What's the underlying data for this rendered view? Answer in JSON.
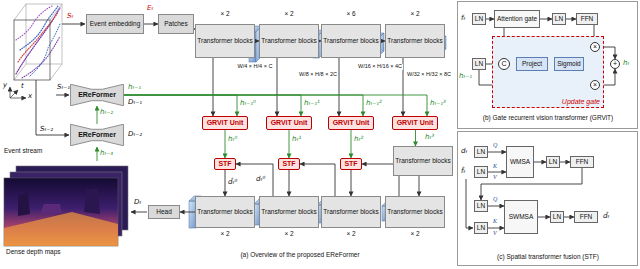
{
  "diagram": {
    "nodes": [
      {
        "text": [
          "Event embedding"
        ]
      },
      {
        "text": [
          "Patches"
        ]
      },
      {
        "text": [
          "Transformer blocks"
        ]
      },
      {
        "text": [
          "Transformer blocks"
        ]
      },
      {
        "text": [
          "Transformer blocks"
        ]
      },
      {
        "text": [
          "Transformer blocks"
        ]
      },
      {
        "text": [
          "EReFormer"
        ]
      },
      {
        "text": [
          "EReFormer"
        ]
      },
      {
        "text": [
          "GRViT Unit"
        ]
      },
      {
        "text": [
          "GRViT Unit"
        ]
      },
      {
        "text": [
          "GRViT Unit"
        ]
      },
      {
        "text": [
          "GRViT Unit"
        ]
      },
      {
        "text": [
          "Transformer blocks"
        ]
      },
      {
        "text": [
          "STF"
        ]
      },
      {
        "text": [
          "STF"
        ]
      },
      {
        "text": [
          "STF"
        ]
      },
      {
        "text": [
          "Transformer blocks"
        ]
      },
      {
        "text": [
          "Transformer blocks"
        ]
      },
      {
        "text": [
          "Transformer blocks"
        ]
      },
      {
        "text": [
          "Transformer blocks"
        ]
      },
      {
        "text": [
          "Head"
        ]
      },
      {
        "text": [
          "LN"
        ]
      },
      {
        "text": [
          "Attention gate"
        ]
      },
      {
        "text": [
          "LN"
        ]
      },
      {
        "text": [
          "FFN"
        ]
      },
      {
        "text": [
          "LN"
        ]
      },
      {
        "text": [
          "Update gate"
        ]
      },
      {
        "text": [
          "C"
        ],
        "in": 26
      },
      {
        "text": [
          "Project"
        ],
        "in": 26
      },
      {
        "text": [
          "Sigmoid"
        ],
        "in": 26
      },
      {
        "text": [
          "×"
        ],
        "in": 26
      },
      {
        "text": [
          "×"
        ],
        "in": 26
      },
      {
        "text": [
          "+"
        ]
      },
      {
        "text": [
          "LN"
        ]
      },
      {
        "text": [
          "LN"
        ]
      },
      {
        "text": [
          "WMSA"
        ]
      },
      {
        "text": [
          "LN"
        ]
      },
      {
        "text": [
          "FFN"
        ]
      },
      {
        "text": [
          "LN"
        ]
      },
      {
        "text": [
          "LN"
        ]
      },
      {
        "text": [
          "SWMSA"
        ]
      },
      {
        "text": [
          "LN"
        ]
      },
      {
        "text": [
          "FFN"
        ]
      }
    ],
    "edges": [
      {
        "from": 0,
        "to": 1,
        "arrow": "to"
      },
      {
        "from": 1,
        "to": 2,
        "arrow": "to"
      },
      {
        "from": 2,
        "to": 3,
        "arrow": "to"
      },
      {
        "from": 3,
        "to": 4,
        "arrow": "to"
      },
      {
        "from": 4,
        "to": 5,
        "arrow": "to"
      },
      {
        "from": 2,
        "to": 8,
        "arrow": "to"
      },
      {
        "from": 3,
        "to": 9,
        "arrow": "to"
      },
      {
        "from": 4,
        "to": 10,
        "arrow": "to"
      },
      {
        "from": 5,
        "to": 11,
        "arrow": "to"
      },
      {
        "from": 6,
        "to": 8,
        "arrow": "to"
      },
      {
        "from": 6,
        "to": 9,
        "arrow": "to"
      },
      {
        "from": 6,
        "to": 10,
        "arrow": "to"
      },
      {
        "from": 6,
        "to": 11,
        "arrow": "to"
      },
      {
        "from": 7,
        "to": 6,
        "arrow": "to"
      },
      {
        "from": 8,
        "to": 13,
        "arrow": "to"
      },
      {
        "from": 9,
        "to": 14,
        "arrow": "to"
      },
      {
        "from": 10,
        "to": 15,
        "arrow": "to"
      },
      {
        "from": 11,
        "to": 12,
        "arrow": "to"
      },
      {
        "from": 12,
        "to": 19,
        "arrow": "to"
      },
      {
        "from": 19,
        "to": 15,
        "arrow": "to"
      },
      {
        "from": 15,
        "to": 18,
        "arrow": "to"
      },
      {
        "from": 18,
        "to": 14,
        "arrow": "to"
      },
      {
        "from": 14,
        "to": 17,
        "arrow": "to"
      },
      {
        "from": 17,
        "to": 13,
        "arrow": "to"
      },
      {
        "from": 13,
        "to": 16,
        "arrow": "to"
      },
      {
        "from": 16,
        "to": 20,
        "arrow": "to"
      },
      {
        "from": 21,
        "to": 22,
        "arrow": "to"
      },
      {
        "from": 22,
        "to": 23,
        "arrow": "to"
      },
      {
        "from": 23,
        "to": 24,
        "arrow": "to"
      },
      {
        "from": 24,
        "to": 30,
        "arrow": "to"
      },
      {
        "from": 22,
        "to": 27,
        "arrow": "to"
      },
      {
        "from": 25,
        "to": 27,
        "arrow": "to"
      },
      {
        "from": 27,
        "to": 28,
        "arrow": "to"
      },
      {
        "from": 28,
        "to": 29,
        "arrow": "to"
      },
      {
        "from": 29,
        "to": 30,
        "arrow": "to"
      },
      {
        "from": 29,
        "to": 31,
        "arrow": "to"
      },
      {
        "from": 25,
        "to": 31,
        "arrow": "to"
      },
      {
        "from": 30,
        "to": 32,
        "arrow": "to"
      },
      {
        "from": 31,
        "to": 32,
        "arrow": "to"
      },
      {
        "from": 33,
        "to": 35,
        "arrow": "to"
      },
      {
        "from": 34,
        "to": 35,
        "arrow": "to"
      },
      {
        "from": 35,
        "to": 36,
        "arrow": "to"
      },
      {
        "from": 36,
        "to": 37,
        "arrow": "to"
      },
      {
        "from": 37,
        "to": 38,
        "arrow": "to"
      },
      {
        "from": 38,
        "to": 40,
        "arrow": "to"
      },
      {
        "from": 39,
        "to": 40,
        "arrow": "to"
      },
      {
        "from": 40,
        "to": 41,
        "arrow": "to"
      },
      {
        "from": 41,
        "to": 42,
        "arrow": "to"
      }
    ],
    "labels": [
      "Sₜ",
      "Eₜ",
      "× 2",
      "× 2",
      "× 6",
      "× 2",
      "W/4 × H/4 × C",
      "W/8 × H/8 × 2C",
      "W/16 × H/16 × 4C",
      "W/32 × H/32 × 8C",
      "Sₜ₋₁",
      "hₜ₋₁",
      "Dₜ₋₁",
      "Sₜ₋₂",
      "hₜ₋₂",
      "Dₜ₋₂",
      "hₜ₋₃",
      "hₜ₋₁⁰",
      "hₜ₋₁¹",
      "hₜ₋₁²",
      "hₜ₋₁³",
      "hₜ⁰",
      "hₜ¹",
      "hₜ²",
      "hₜ³",
      "d̂ₜ⁰",
      "dₜ⁰",
      "× 2",
      "× 2",
      "× 2",
      "× 2",
      "Dₜ",
      "Event stream",
      "Dense depth maps",
      "x",
      "y",
      "t",
      "(a) Overview of the proposed EReFormer",
      "fₜ",
      "hₜ₋₁",
      "hₜ",
      "(b) Gate recurrent vision transformer (GRViT)",
      "dₜ",
      "f̂ₜ",
      "Q",
      "K",
      "V",
      "Q",
      "K",
      "V",
      "d̂ₜ",
      "(c) Spatial transformer fusion (STF)"
    ]
  }
}
